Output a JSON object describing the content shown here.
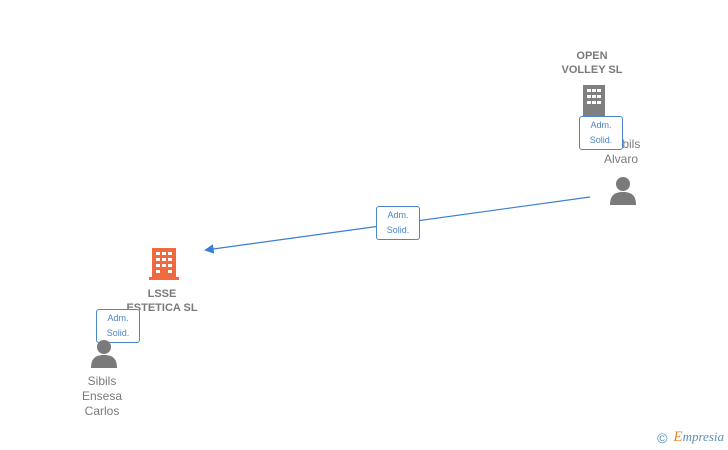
{
  "companies": [
    {
      "id": "lsse",
      "name_line1": "LSSE",
      "name_line2": "ESTETICA  SL",
      "color": "#f06a3f"
    },
    {
      "id": "open",
      "name_line1": "OPEN",
      "name_line2": "VOLLEY SL",
      "color": "#7f7f7f"
    }
  ],
  "persons": [
    {
      "id": "carlos",
      "lines": [
        "Sibils",
        "Ensesa",
        "Carlos"
      ]
    },
    {
      "id": "alvaro",
      "lines": [
        "Sibils",
        "Alvaro"
      ]
    }
  ],
  "roles": {
    "line1": "Adm.",
    "line2": "Solid."
  },
  "edge_color": "#3a7fd0",
  "footer": {
    "copyright": "©",
    "brand_initial": "E",
    "brand_rest": "mpresia"
  }
}
